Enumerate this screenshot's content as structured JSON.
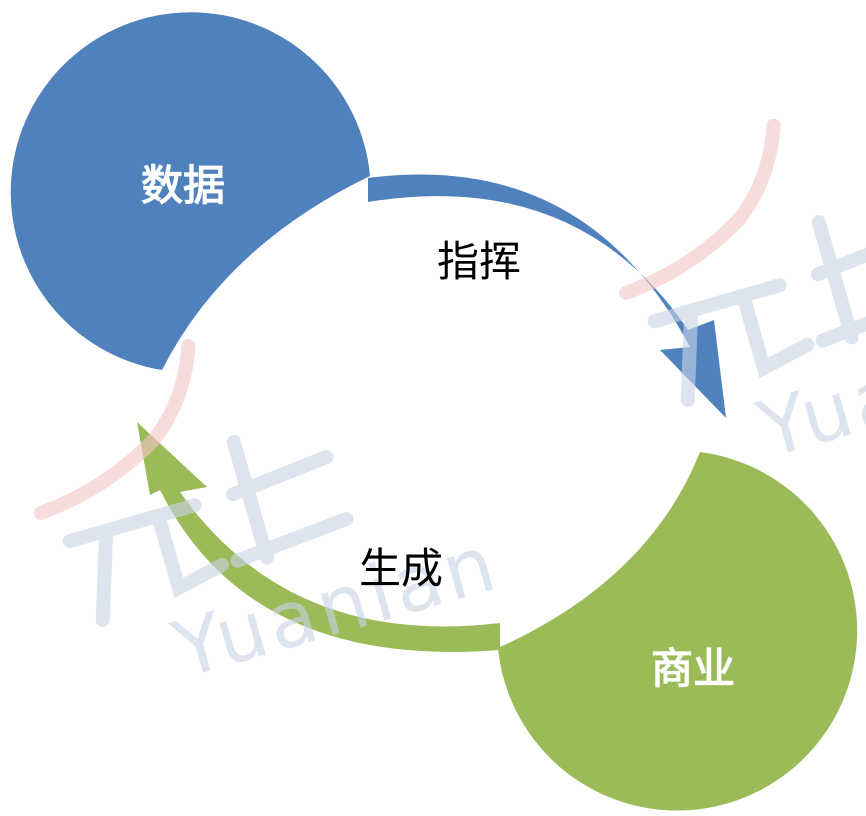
{
  "nodes": {
    "data": {
      "label": "数据",
      "color": "#4f81bd"
    },
    "business": {
      "label": "商业",
      "color": "#9bbb59"
    }
  },
  "edges": {
    "direct": {
      "label": "指挥",
      "color": "#4f81bd"
    },
    "generate": {
      "label": "生成",
      "color": "#9bbb59"
    }
  },
  "watermark": {
    "text": "Yuanian",
    "colors": {
      "red": "#f3c7c7",
      "blue": "#c9d4e8"
    }
  }
}
